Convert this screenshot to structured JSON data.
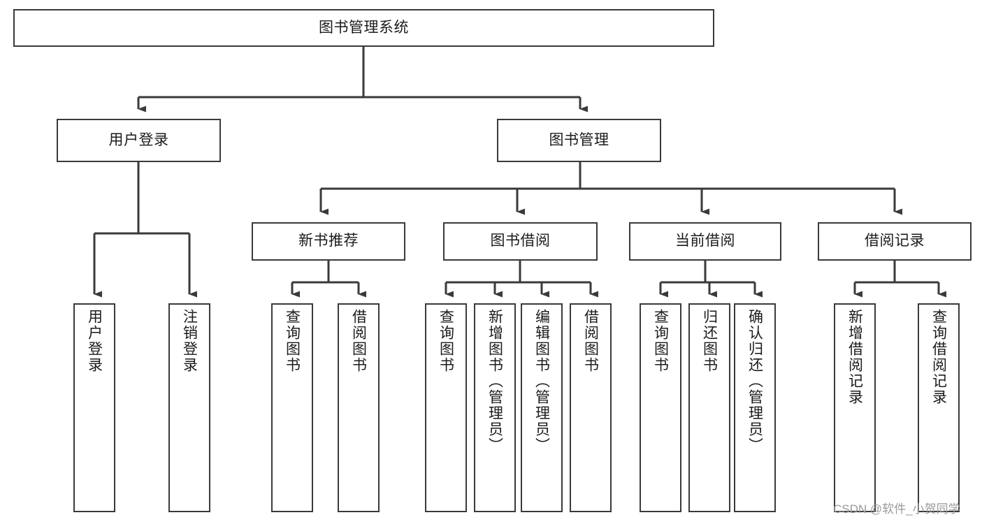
{
  "diagram": {
    "title": "图书管理系统",
    "type": "tree-hierarchy",
    "root": {
      "label": "图书管理系统"
    },
    "level2": [
      {
        "label": "用户登录"
      },
      {
        "label": "图书管理"
      }
    ],
    "level3": [
      {
        "label": "新书推荐"
      },
      {
        "label": "图书借阅"
      },
      {
        "label": "当前借阅"
      },
      {
        "label": "借阅记录"
      }
    ],
    "leaves": {
      "user_login": [
        {
          "label": "用户登录"
        },
        {
          "label": "注销登录"
        }
      ],
      "new_book_recommend": [
        {
          "label": "查询图书"
        },
        {
          "label": "借阅图书"
        }
      ],
      "book_borrow": [
        {
          "label": "查询图书"
        },
        {
          "label": "新增图书（管理员）"
        },
        {
          "label": "编辑图书（管理员）"
        },
        {
          "label": "借阅图书"
        }
      ],
      "current_borrow": [
        {
          "label": "查询图书"
        },
        {
          "label": "归还图书"
        },
        {
          "label": "确认归还（管理员）"
        }
      ],
      "borrow_record": [
        {
          "label": "新增借阅记录"
        },
        {
          "label": "查询借阅记录"
        }
      ]
    }
  },
  "watermark": {
    "text": "CSDN @软件_小贺同学"
  },
  "colors": {
    "box_border": "#3a3a3a",
    "box_fill": "#ffffff",
    "connector": "#3a3a3a",
    "text": "#1b1b1b",
    "watermark": "#9a9a9a"
  }
}
